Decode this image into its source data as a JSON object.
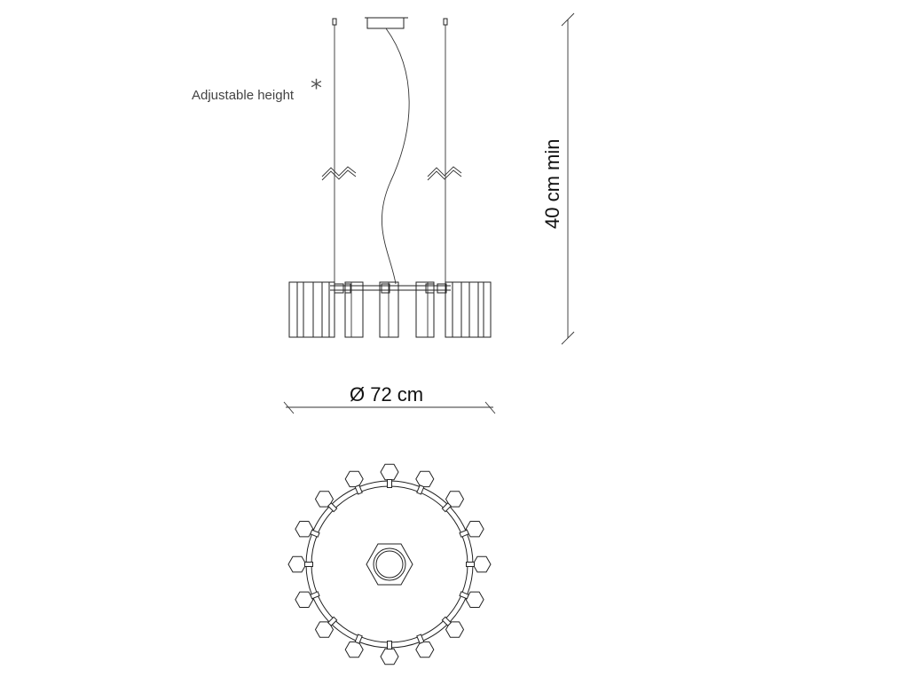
{
  "labels": {
    "adjustable_height": "Adjustable height",
    "asterisk": "*",
    "height_dimension": "40 cm min",
    "diameter_dimension": "Ø 72 cm"
  },
  "colors": {
    "line": "#222222",
    "label": "#444444",
    "background": "#ffffff"
  }
}
